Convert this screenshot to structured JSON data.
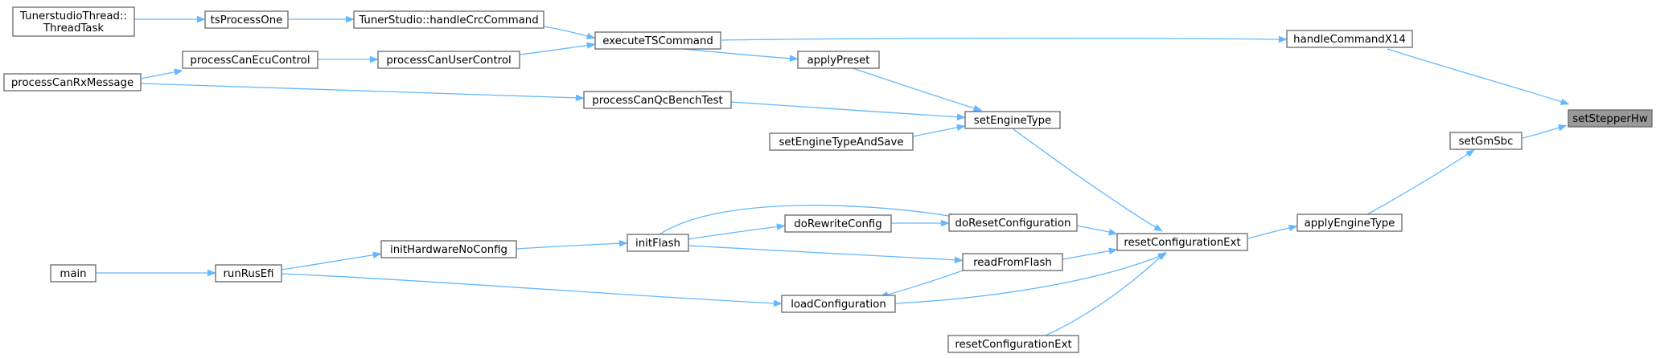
{
  "graph": {
    "nodes": [
      {
        "id": "setStepperHw",
        "lines": [
          "setStepperHw"
        ],
        "highlight": true
      },
      {
        "id": "handleCommandX14",
        "lines": [
          "handleCommandX14"
        ]
      },
      {
        "id": "setGmSbc",
        "lines": [
          "setGmSbc"
        ]
      },
      {
        "id": "executeTSCommand",
        "lines": [
          "executeTSCommand"
        ]
      },
      {
        "id": "applyEngineType",
        "lines": [
          "applyEngineType"
        ]
      },
      {
        "id": "TunerStudio_handleCrcCommand",
        "lines": [
          "TunerStudio::handleCrcCommand"
        ]
      },
      {
        "id": "processCanUserControl",
        "lines": [
          "processCanUserControl"
        ]
      },
      {
        "id": "tsProcessOne",
        "lines": [
          "tsProcessOne"
        ]
      },
      {
        "id": "TunerstudioThread_ThreadTask",
        "lines": [
          "TunerstudioThread::",
          "ThreadTask"
        ]
      },
      {
        "id": "processCanEcuControl",
        "lines": [
          "processCanEcuControl"
        ]
      },
      {
        "id": "processCanRxMessage",
        "lines": [
          "processCanRxMessage"
        ]
      },
      {
        "id": "resetConfigurationExt",
        "lines": [
          "resetConfigurationExt"
        ]
      },
      {
        "id": "doResetConfiguration",
        "lines": [
          "doResetConfiguration"
        ]
      },
      {
        "id": "loadConfiguration",
        "lines": [
          "loadConfiguration"
        ]
      },
      {
        "id": "readFromFlash",
        "lines": [
          "readFromFlash"
        ]
      },
      {
        "id": "resetConfigurationExt2",
        "lines": [
          "resetConfigurationExt"
        ]
      },
      {
        "id": "setEngineType",
        "lines": [
          "setEngineType"
        ]
      },
      {
        "id": "doRewriteConfig",
        "lines": [
          "doRewriteConfig"
        ]
      },
      {
        "id": "initFlash",
        "lines": [
          "initFlash"
        ]
      },
      {
        "id": "runRusEfi",
        "lines": [
          "runRusEfi"
        ]
      },
      {
        "id": "initHardwareNoConfig",
        "lines": [
          "initHardwareNoConfig"
        ]
      },
      {
        "id": "main",
        "lines": [
          "main"
        ]
      },
      {
        "id": "applyPreset",
        "lines": [
          "applyPreset"
        ]
      },
      {
        "id": "processCanQcBenchTest",
        "lines": [
          "processCanQcBenchTest"
        ]
      },
      {
        "id": "setEngineTypeAndSave",
        "lines": [
          "setEngineTypeAndSave"
        ]
      }
    ],
    "edges": [
      {
        "from": "handleCommandX14",
        "to": "setStepperHw"
      },
      {
        "from": "setGmSbc",
        "to": "setStepperHw"
      },
      {
        "from": "executeTSCommand",
        "to": "handleCommandX14"
      },
      {
        "from": "applyEngineType",
        "to": "setGmSbc"
      },
      {
        "from": "TunerStudio_handleCrcCommand",
        "to": "executeTSCommand"
      },
      {
        "from": "processCanUserControl",
        "to": "executeTSCommand"
      },
      {
        "from": "tsProcessOne",
        "to": "TunerStudio_handleCrcCommand"
      },
      {
        "from": "TunerstudioThread_ThreadTask",
        "to": "tsProcessOne"
      },
      {
        "from": "processCanEcuControl",
        "to": "processCanUserControl"
      },
      {
        "from": "processCanRxMessage",
        "to": "processCanEcuControl"
      },
      {
        "from": "resetConfigurationExt",
        "to": "applyEngineType"
      },
      {
        "from": "doResetConfiguration",
        "to": "resetConfigurationExt"
      },
      {
        "from": "loadConfiguration",
        "to": "resetConfigurationExt"
      },
      {
        "from": "readFromFlash",
        "to": "resetConfigurationExt"
      },
      {
        "from": "resetConfigurationExt2",
        "to": "resetConfigurationExt"
      },
      {
        "from": "setEngineType",
        "to": "resetConfigurationExt"
      },
      {
        "from": "doRewriteConfig",
        "to": "doResetConfiguration"
      },
      {
        "from": "initFlash",
        "to": "doResetConfiguration"
      },
      {
        "from": "initFlash",
        "to": "doRewriteConfig"
      },
      {
        "from": "runRusEfi",
        "to": "loadConfiguration"
      },
      {
        "from": "readFromFlash",
        "to": "loadConfiguration"
      },
      {
        "from": "initFlash",
        "to": "readFromFlash"
      },
      {
        "from": "initHardwareNoConfig",
        "to": "initFlash"
      },
      {
        "from": "runRusEfi",
        "to": "initHardwareNoConfig"
      },
      {
        "from": "main",
        "to": "runRusEfi"
      },
      {
        "from": "applyPreset",
        "to": "setEngineType"
      },
      {
        "from": "processCanQcBenchTest",
        "to": "setEngineType"
      },
      {
        "from": "setEngineTypeAndSave",
        "to": "setEngineType"
      },
      {
        "from": "executeTSCommand",
        "to": "applyPreset"
      },
      {
        "from": "processCanRxMessage",
        "to": "processCanQcBenchTest"
      }
    ]
  },
  "colors": {
    "edge": "#63b8ff",
    "node_border": "#666666",
    "node_fill": "#ffffff",
    "highlight_fill": "#999999",
    "text": "#000000"
  }
}
